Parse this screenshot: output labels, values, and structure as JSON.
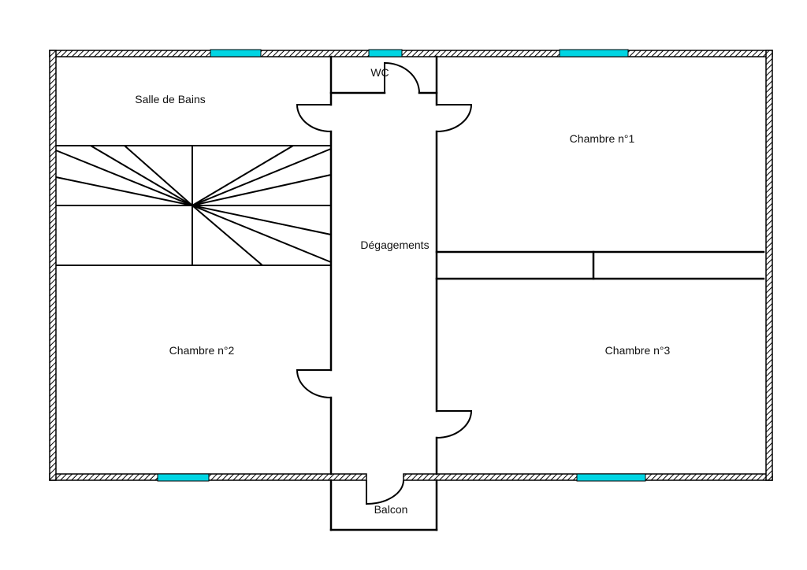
{
  "plan": {
    "rooms": {
      "salle_de_bains": "Salle de Bains",
      "wc": "WC",
      "chambre_1": "Chambre n°1",
      "degagements": "Dégagements",
      "chambre_2": "Chambre n°2",
      "chambre_3": "Chambre n°3",
      "balcon": "Balcon"
    },
    "colors": {
      "window": "#00d5e3",
      "wall": "#000000",
      "background": "#ffffff"
    }
  }
}
